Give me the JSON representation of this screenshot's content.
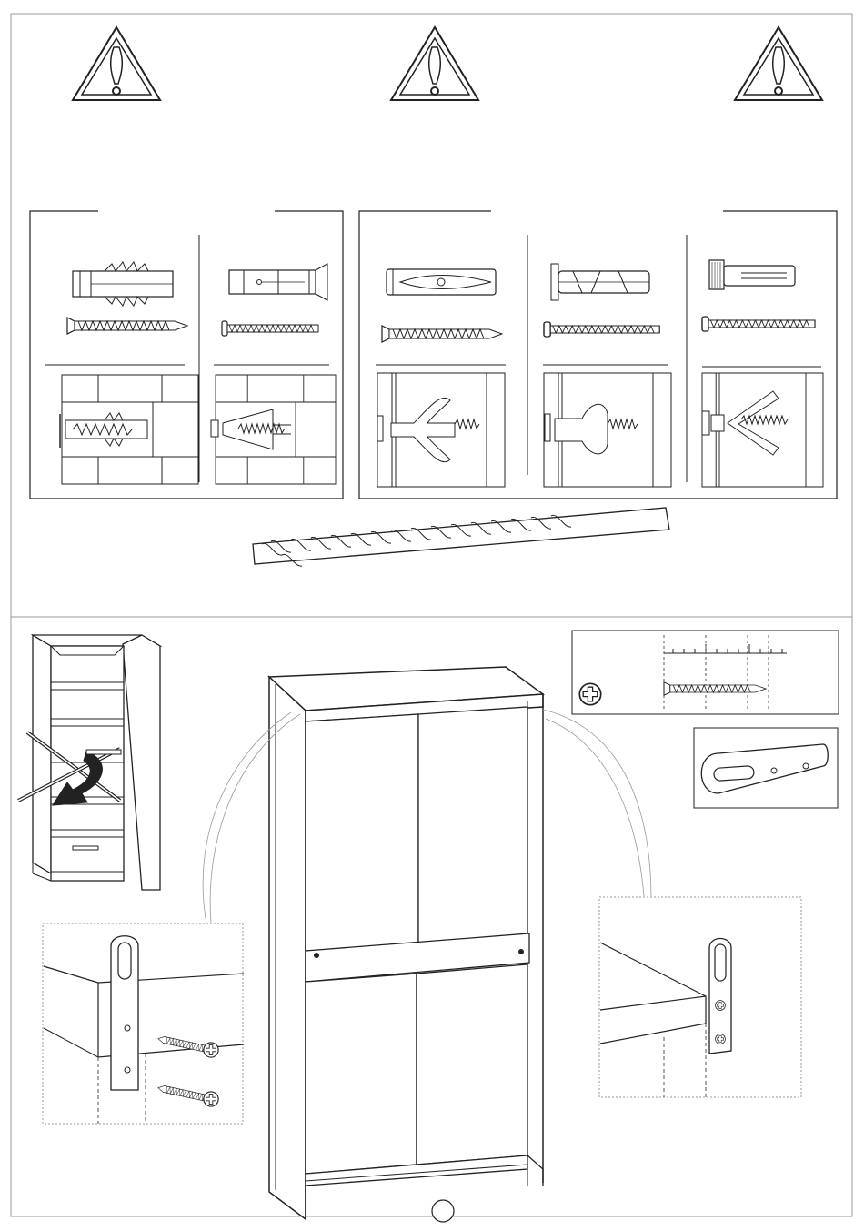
{
  "sheet": {
    "page_number": "",
    "colors": {
      "line": "#222222",
      "frame": "#999999",
      "paper": "#ffffff",
      "wall_hatch": "#555555"
    }
  },
  "warnings": [
    {
      "icon": "warning-triangle-icon"
    },
    {
      "icon": "warning-triangle-icon"
    },
    {
      "icon": "warning-triangle-icon"
    }
  ],
  "anchor_panels": {
    "solid_wall": [
      {
        "type": "plastic-wall-plug",
        "screw": "wood-screw",
        "wall": "brick"
      },
      {
        "type": "metal-expansion-anchor",
        "screw": "machine-bolt",
        "wall": "brick"
      }
    ],
    "hollow_wall": [
      {
        "type": "plastic-cavity-plug",
        "screw": "wood-screw",
        "wall": "plasterboard"
      },
      {
        "type": "metal-cavity-anchor",
        "screw": "machine-bolt",
        "wall": "plasterboard"
      },
      {
        "type": "spring-toggle-bolt",
        "screw": "machine-bolt",
        "wall": "plasterboard"
      }
    ]
  },
  "drill_bit": {
    "icon": "drill-bit-icon"
  },
  "assembly": {
    "tip_hazard": {
      "icon": "tipping-cabinet-crossed-icon"
    },
    "screw_ruler": {
      "icon": "screw-ruler-icon"
    },
    "bracket": {
      "icon": "wall-bracket-icon"
    },
    "cabinet": {
      "icon": "wardrobe-icon"
    },
    "detail_left": {
      "icon": "bracket-screw-detail-icon"
    },
    "detail_right": {
      "icon": "bracket-mounted-detail-icon"
    }
  }
}
